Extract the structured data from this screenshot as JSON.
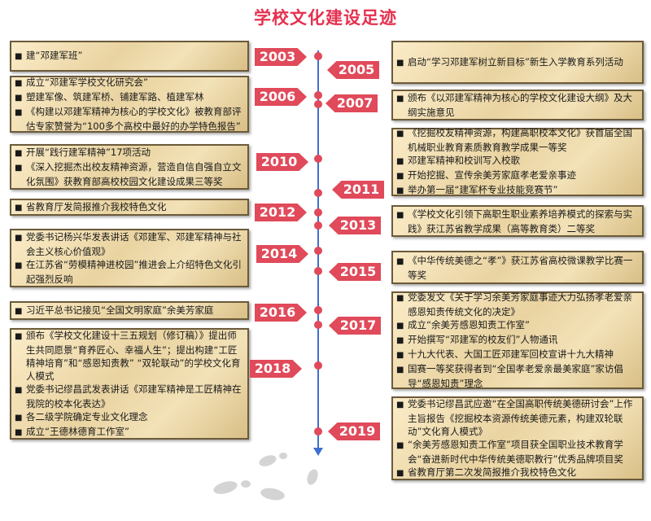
{
  "title": "学校文化建设足迹",
  "colors": {
    "title": "#e5304e",
    "year_badge": "#e04a5a",
    "timeline": "#3f6fd0"
  },
  "years": [
    "2003",
    "2005",
    "2006",
    "2007",
    "2010",
    "2011",
    "2012",
    "2013",
    "2014",
    "2015",
    "2016",
    "2017",
    "2018",
    "2019"
  ],
  "left_boxes": [
    {
      "year": "2003",
      "items": [
        "建“邓建军班”"
      ]
    },
    {
      "year": "2006",
      "items": [
        "成立“邓建军学校文化研究会”",
        "塑建军像、筑建军桥、铺建军路、植建军林",
        "《构建以邓建军精神为核心的学校文化》被教育部评估专家赞誉为“100多个高校中最好的办学特色报告”"
      ]
    },
    {
      "year": "2010",
      "items": [
        "开展“践行建军精神”17项活动",
        "《深入挖掘杰出校友精神资源，营造自信自强自立文化氛围》获教育部高校校园文化建设成果三等奖"
      ]
    },
    {
      "year": "2012",
      "items": [
        "省教育厅发简报推介我校特色文化"
      ]
    },
    {
      "year": "2014",
      "items": [
        "党委书记杨兴华发表讲话《邓建军、邓建军精神与社会主义核心价值观》",
        "在江苏省“劳模精神进校园”推进会上介绍特色文化引起强烈反响"
      ]
    },
    {
      "year": "2016",
      "items": [
        "习近平总书记接见“全国文明家庭”余美芳家庭"
      ]
    },
    {
      "year": "2018",
      "items": [
        "颁布《学校文化建设十三五规划（修订稿）》提出师生共同愿景“育养匠心、幸福人生”；提出构建“工匠精神培育”和“感恩知责教” “双轮联动”的学校文化育人模式",
        "党委书记缪昌武发表讲话《邓建军精神是工匠精神在我院的校本化表达》",
        "各二级学院确定专业文化理念",
        "成立“王德林德育工作室”"
      ]
    }
  ],
  "right_boxes": [
    {
      "year": "2005",
      "items": [
        "启动“学习邓建军树立新目标”新生入学教育系列活动"
      ]
    },
    {
      "year": "2007",
      "items": [
        "颁布《以邓建军精神为核心的学校文化建设大纲》及大纲实施意见"
      ]
    },
    {
      "year": "2011",
      "items": [
        "《挖掘校友精神资源，构建高职校本文化》获首届全国机械职业教育素质教育教学成果一等奖",
        "邓建军精神和校训写入校歌",
        "开始挖掘、宣传余美芳家庭孝老爱亲事迹",
        "举办第一届“建军杯专业技能竞赛节”"
      ]
    },
    {
      "year": "2013",
      "items": [
        "《学校文化引领下高职生职业素养培养模式的探索与实践》获江苏省教学成果（高等教育类）二等奖"
      ]
    },
    {
      "year": "2015",
      "items": [
        "《中华传统美德之“孝”》获江苏省高校微课教学比赛一等奖"
      ]
    },
    {
      "year": "2017",
      "items": [
        "党委发文《关于学习余美芳家庭事迹大力弘扬孝老爱亲感恩知责传统文化的决定》",
        "成立“余美芳感恩知责工作室”",
        "开始撰写“邓建军的校友们”人物通讯",
        "十九大代表、大国工匠邓建军回校宣讲十九大精神",
        "国赛一等奖获得者到“全国孝老爱亲最美家庭”家访倡导“感恩知责”理念"
      ]
    },
    {
      "year": "2019",
      "items": [
        "党委书记缪昌武应邀“在全国高职传统美德研讨会”上作主旨报告《挖掘校本资源传统美德元素，构建双轮联动”文化育人模式》",
        "“余美芳感恩知责工作室”项目获全国职业技术教育学会“奋进新时代中华传统美德职教行”优秀品牌项目奖",
        "省教育厅第二次发简报推介我校特色文化"
      ]
    }
  ]
}
